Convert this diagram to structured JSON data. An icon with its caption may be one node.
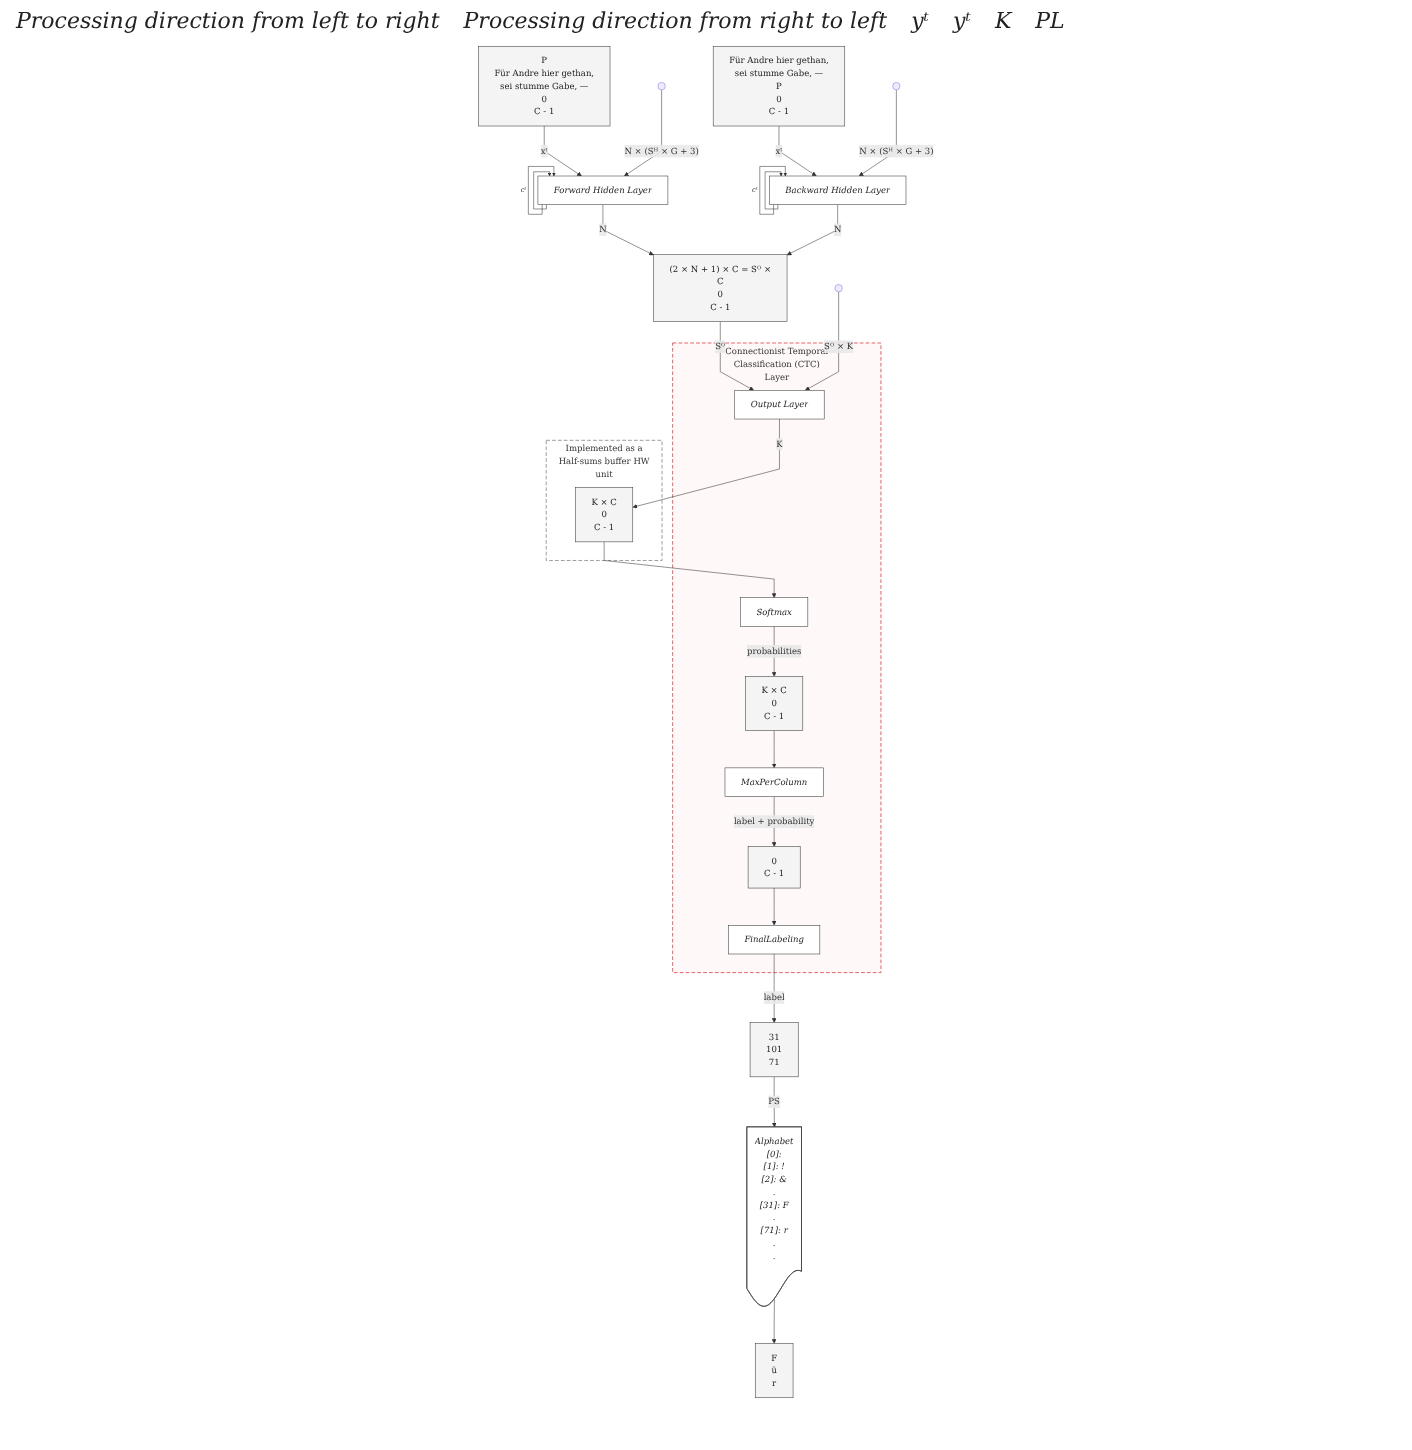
{
  "diagram": {
    "nodes": [
      {
        "text": [
          "P",
          "Für Andre hier gethan, sei stumme Gabe, —",
          "0",
          "C - 1"
        ]
      },
      {
        "text": [
          "Für Andre hier gethan, sei stumme Gabe, —",
          "P",
          "0",
          "C - 1"
        ]
      },
      {
        "text": [
          "Forward Hidden Layer"
        ]
      },
      {
        "text": [
          "Backward Hidden Layer"
        ]
      },
      {
        "text": [
          "(2 × N + 1) × C = Sᴼ × C",
          "0",
          "C - 1"
        ]
      },
      {
        "text": [
          "Connectionist Temporal Classification (CTC) Layer"
        ]
      },
      {
        "text": [
          "Output Layer"
        ],
        "in": 5
      },
      {
        "text": [
          "Implemented as a Half-sums buffer HW unit"
        ]
      },
      {
        "text": [
          "K × C",
          "0",
          "C - 1"
        ],
        "in": 7
      },
      {
        "text": [
          "Softmax"
        ],
        "in": 5
      },
      {
        "text": [
          "K × C",
          "0",
          "C - 1"
        ],
        "in": 5
      },
      {
        "text": [
          "MaxPerColumn"
        ],
        "in": 5
      },
      {
        "text": [
          "0",
          "C - 1"
        ],
        "in": 5
      },
      {
        "text": [
          "FinalLabeling"
        ],
        "in": 5
      },
      {
        "text": [
          "31",
          "101",
          "71"
        ]
      },
      {
        "text": [
          "Alphabet",
          "[0]:",
          "[1]: !",
          "[2]: &",
          ".",
          "[31]: F",
          ".",
          "[71]: r",
          ".",
          "."
        ]
      },
      {
        "text": [
          "F",
          "ü",
          "r"
        ]
      }
    ],
    "edges": [
      {
        "from": 0,
        "to": 2,
        "arrow": "to",
        "label": "xᵗ"
      },
      {
        "from": null,
        "to": 2,
        "arrow": "to",
        "label": "N × (Sᴴ × G + 3)"
      },
      {
        "from": 2,
        "to": 2,
        "arrow": "to",
        "label": "cᵗ"
      },
      {
        "from": 2,
        "to": 2,
        "arrow": "to"
      },
      {
        "from": 2,
        "to": 4,
        "arrow": "to",
        "label": "N"
      },
      {
        "from": 1,
        "to": 3,
        "arrow": "to",
        "label": "xᵗ"
      },
      {
        "from": null,
        "to": 3,
        "arrow": "to",
        "label": "N × (Sᴴ × G + 3)"
      },
      {
        "from": 3,
        "to": 3,
        "arrow": "to",
        "label": "cᵗ"
      },
      {
        "from": 3,
        "to": 3,
        "arrow": "to"
      },
      {
        "from": 3,
        "to": 4,
        "arrow": "to",
        "label": "N"
      },
      {
        "from": 4,
        "to": 6,
        "arrow": "to",
        "label": "Sᴼ"
      },
      {
        "from": null,
        "to": 6,
        "arrow": "to",
        "label": "Sᴼ × K"
      },
      {
        "from": 6,
        "to": 8,
        "arrow": "to",
        "label": "K"
      },
      {
        "from": 8,
        "to": 9,
        "arrow": "to"
      },
      {
        "from": 9,
        "to": 10,
        "arrow": "to",
        "label": "probabilities"
      },
      {
        "from": 10,
        "to": 11,
        "arrow": "to"
      },
      {
        "from": 11,
        "to": 12,
        "arrow": "to",
        "label": "label + probability"
      },
      {
        "from": 12,
        "to": 13,
        "arrow": "to"
      },
      {
        "from": 13,
        "to": 14,
        "arrow": "to",
        "label": "label"
      },
      {
        "from": 14,
        "to": 15,
        "arrow": "to",
        "label": "PS"
      },
      {
        "from": 15,
        "to": 16,
        "arrow": "to"
      }
    ],
    "labels": [
      "Processing direction from left to right",
      "Processing direction from right to left",
      "yᵗ",
      "yᵗ",
      "K",
      "PL"
    ]
  }
}
